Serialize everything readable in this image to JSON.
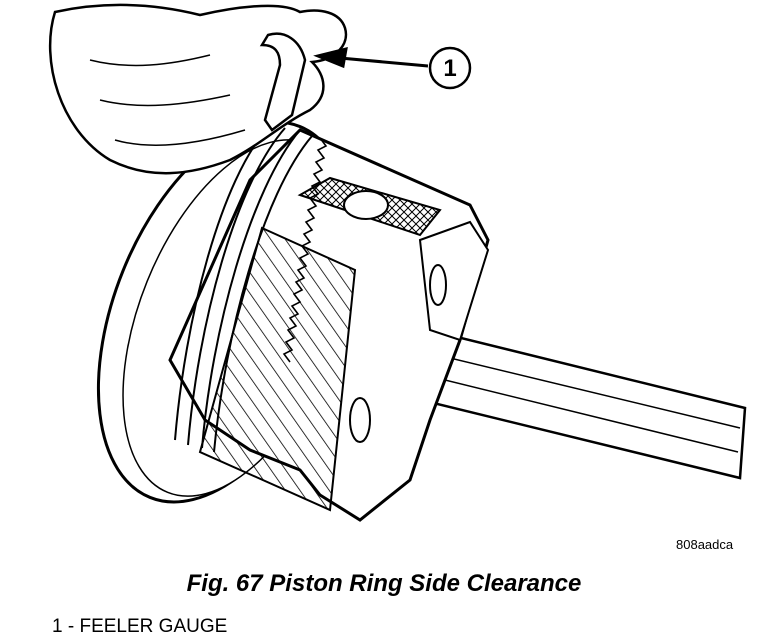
{
  "figure": {
    "callout_number": "1",
    "image_code": "808aadca",
    "caption": "Fig. 67 Piston Ring Side Clearance",
    "legend": [
      {
        "number": "1",
        "separator": " - ",
        "label": "FEELER GAUGE"
      }
    ]
  }
}
